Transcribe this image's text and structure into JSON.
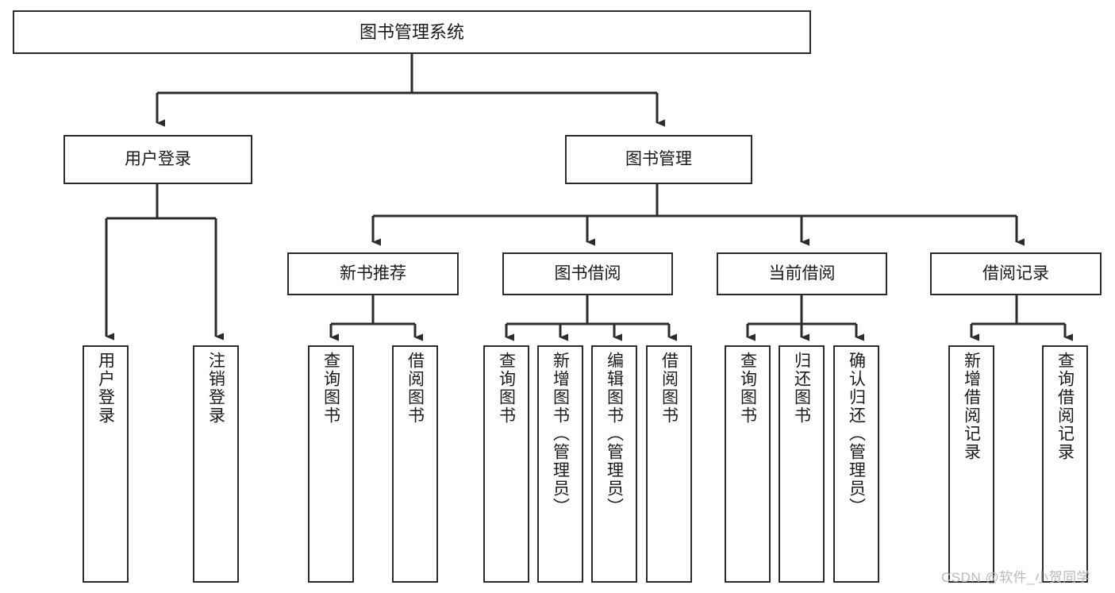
{
  "diagram": {
    "type": "tree-hierarchy",
    "title": "图书管理系统",
    "watermark": "CSDN @软件_小贺同学",
    "colors": {
      "stroke": "#2b2b2b",
      "fill": "#ffffff",
      "text": "#1a1a1a",
      "watermark": "#b9b9b9"
    },
    "nodes": {
      "root": {
        "label": "图书管理系统"
      },
      "level1": [
        {
          "label": "用户登录"
        },
        {
          "label": "图书管理"
        }
      ],
      "level2": [
        {
          "label": "新书推荐"
        },
        {
          "label": "图书借阅"
        },
        {
          "label": "当前借阅"
        },
        {
          "label": "借阅记录"
        }
      ],
      "leaves": {
        "user_login": [
          {
            "label": "用户登录"
          },
          {
            "label": "注销登录"
          }
        ],
        "new_book_recommend": [
          {
            "label": "查询图书"
          },
          {
            "label": "借阅图书"
          }
        ],
        "book_borrow": [
          {
            "label": "查询图书"
          },
          {
            "label": "新增图书（管理员）"
          },
          {
            "label": "编辑图书（管理员）"
          },
          {
            "label": "借阅图书"
          }
        ],
        "current_borrow": [
          {
            "label": "查询图书"
          },
          {
            "label": "归还图书"
          },
          {
            "label": "确认归还（管理员）"
          }
        ],
        "borrow_record": [
          {
            "label": "新增借阅记录"
          },
          {
            "label": "查询借阅记录"
          }
        ]
      }
    }
  }
}
